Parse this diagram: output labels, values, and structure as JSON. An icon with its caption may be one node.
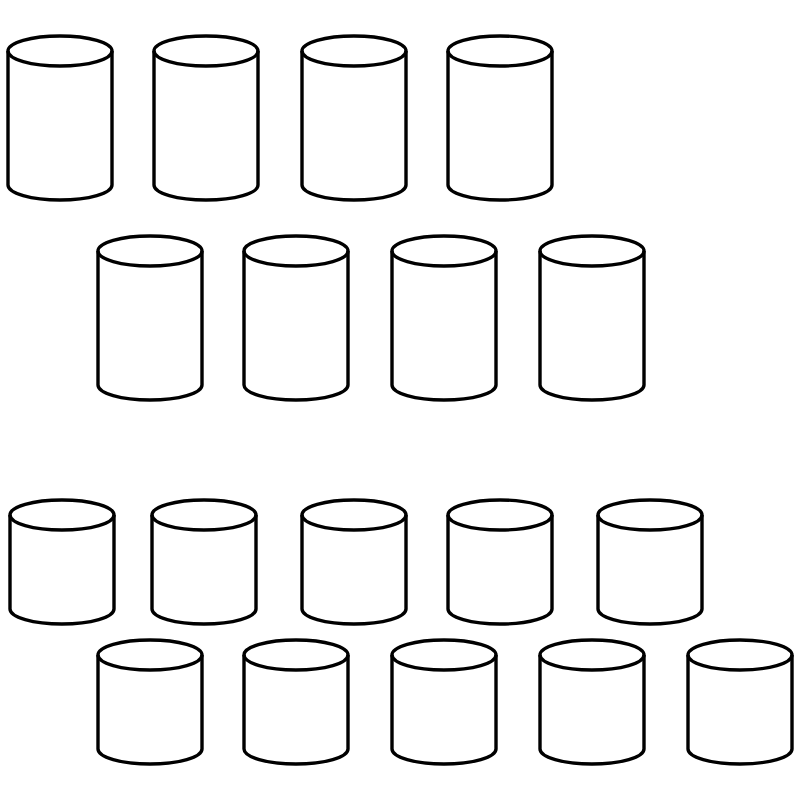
{
  "diagram": {
    "nodes": [
      {
        "text": [],
        "shape": "cylinder"
      },
      {
        "text": [],
        "shape": "cylinder"
      },
      {
        "text": [],
        "shape": "cylinder"
      },
      {
        "text": [],
        "shape": "cylinder"
      },
      {
        "text": [],
        "shape": "cylinder"
      },
      {
        "text": [],
        "shape": "cylinder"
      },
      {
        "text": [],
        "shape": "cylinder"
      },
      {
        "text": [],
        "shape": "cylinder"
      },
      {
        "text": [],
        "shape": "cylinder"
      },
      {
        "text": [],
        "shape": "cylinder"
      },
      {
        "text": [],
        "shape": "cylinder"
      },
      {
        "text": [],
        "shape": "cylinder"
      },
      {
        "text": [],
        "shape": "cylinder"
      },
      {
        "text": [],
        "shape": "cylinder"
      },
      {
        "text": [],
        "shape": "cylinder"
      },
      {
        "text": [],
        "shape": "cylinder"
      },
      {
        "text": [],
        "shape": "cylinder"
      },
      {
        "text": [],
        "shape": "cylinder"
      }
    ]
  }
}
